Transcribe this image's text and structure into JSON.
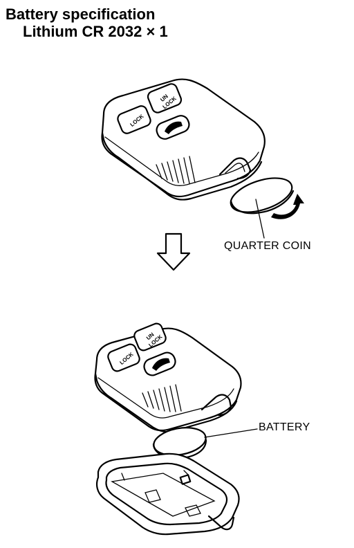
{
  "spec": {
    "title": "Battery specification",
    "battery_type": "Lithium CR 2032 × 1"
  },
  "labels": {
    "quarter_coin": "QUARTER COIN",
    "battery": "BATTERY"
  },
  "remote_buttons": {
    "lock": "LOCK",
    "unlock_line1": "UN",
    "unlock_line2": "LOCK"
  }
}
